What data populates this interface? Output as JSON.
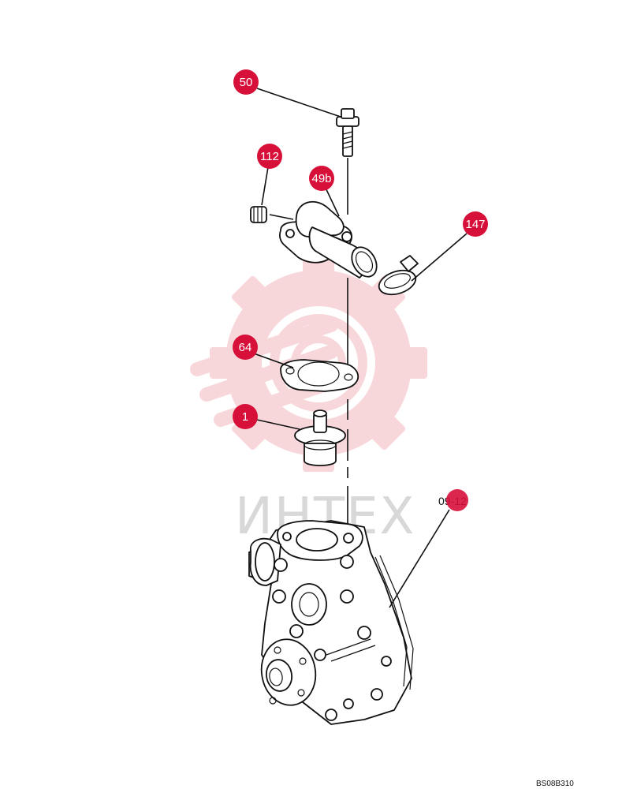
{
  "colors": {
    "callout": "#d7103a",
    "watermark_gear": "#f8d3d6",
    "watermark_text": "#d8d8d8",
    "line": "#111111"
  },
  "watermark": {
    "text": "ИНТЕХ"
  },
  "callouts": {
    "c50": "50",
    "c112": "112",
    "c49b": "49b",
    "c147": "147",
    "c64": "64",
    "c1": "1"
  },
  "reference": "09-12",
  "drawing_code": "BS08B310"
}
